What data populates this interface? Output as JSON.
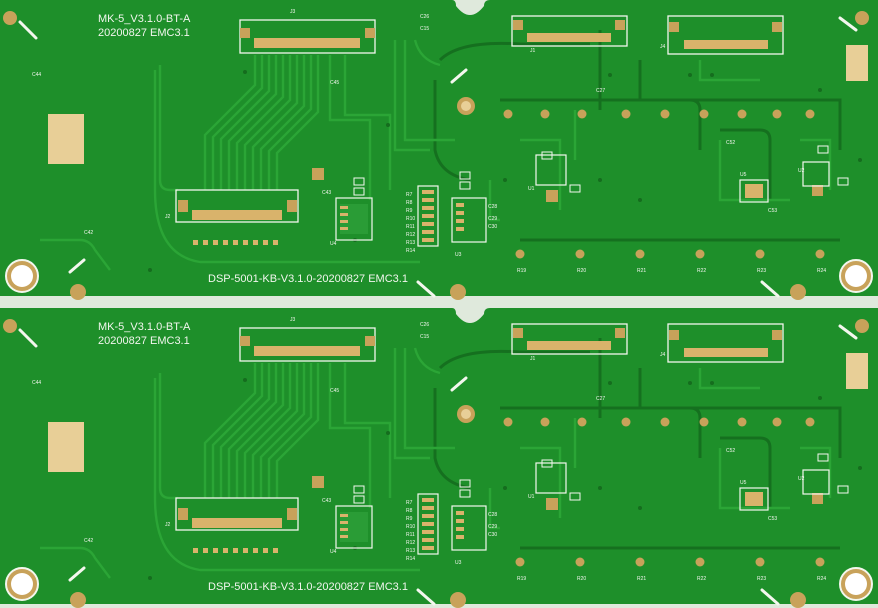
{
  "colors": {
    "board_green": "#1e8f2a",
    "trace_green": "#2ba536",
    "trace_dark": "#156d1e",
    "pad_gold": "#c8a25a",
    "pad_light": "#e8cf97",
    "silkscreen": "#f3f7ee",
    "gap": "#dfe9dc"
  },
  "boards": [
    {
      "model_text": "MK-5_V3.1.0-BT-A",
      "date_text": "20200827 EMC3.1",
      "part_number_text": "DSP-5001-KB-V3.1.0-20200827 EMC3.1",
      "connector_labels": [
        "J3",
        "J1",
        "J4",
        "J2"
      ],
      "chip_labels": [
        "U4",
        "U3",
        "U1",
        "U5",
        "U2"
      ],
      "resistor_labels": [
        "R7",
        "R8",
        "R9",
        "R10",
        "R11",
        "R12",
        "R13",
        "R14",
        "R19",
        "R20",
        "R21",
        "R22",
        "R23",
        "R24"
      ],
      "capacitor_labels": [
        "C26",
        "C15",
        "C27",
        "C28",
        "C29",
        "C30",
        "C42",
        "C43",
        "C44",
        "C45",
        "C52",
        "C53"
      ]
    },
    {
      "model_text": "MK-5_V3.1.0-BT-A",
      "date_text": "20200827 EMC3.1",
      "part_number_text": "DSP-5001-KB-V3.1.0-20200827 EMC3.1",
      "connector_labels": [
        "J3",
        "J1",
        "J4",
        "J2"
      ],
      "chip_labels": [
        "U4",
        "U3",
        "U1",
        "U5",
        "U2"
      ],
      "resistor_labels": [
        "R7",
        "R8",
        "R9",
        "R10",
        "R11",
        "R12",
        "R13",
        "R14",
        "R19",
        "R20",
        "R21",
        "R22",
        "R23",
        "R24"
      ],
      "capacitor_labels": [
        "C26",
        "C15",
        "C27",
        "C28",
        "C29",
        "C30",
        "C42",
        "C43",
        "C44",
        "C45",
        "C52",
        "C53"
      ]
    }
  ]
}
